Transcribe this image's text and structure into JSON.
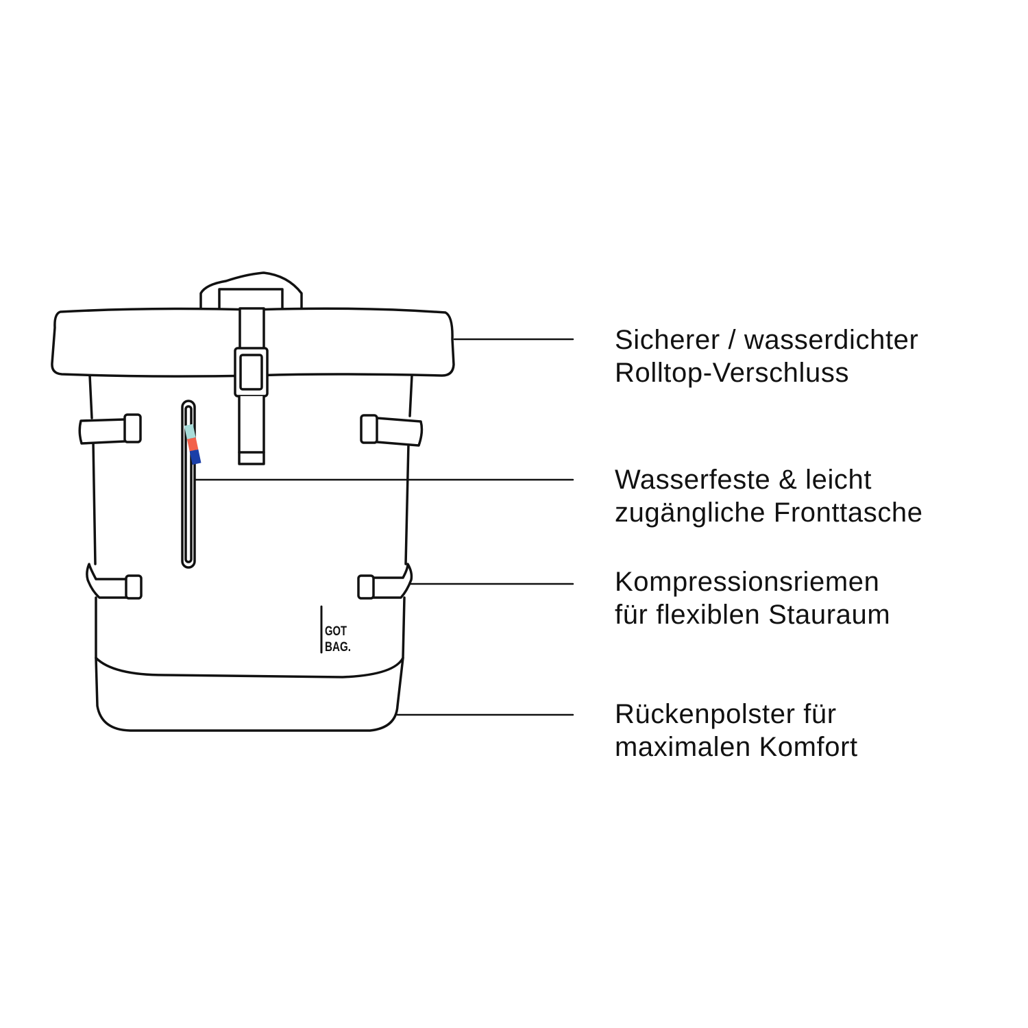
{
  "logo": {
    "line1": "GOT",
    "line2": "BAG."
  },
  "zipper_pull_colors": [
    "#a8dcd9",
    "#f2604a",
    "#1b3fa8"
  ],
  "stroke_color": "#111111",
  "features": [
    {
      "line1": "Sicherer / wasserdichter",
      "line2": "Rolltop-Verschluss"
    },
    {
      "line1": "Wasserfeste & leicht",
      "line2": "zugängliche Fronttasche"
    },
    {
      "line1": "Kompressionsriemen",
      "line2": "für flexiblen Stauraum"
    },
    {
      "line1": "Rückenpolster für",
      "line2": "maximalen Komfort"
    }
  ]
}
